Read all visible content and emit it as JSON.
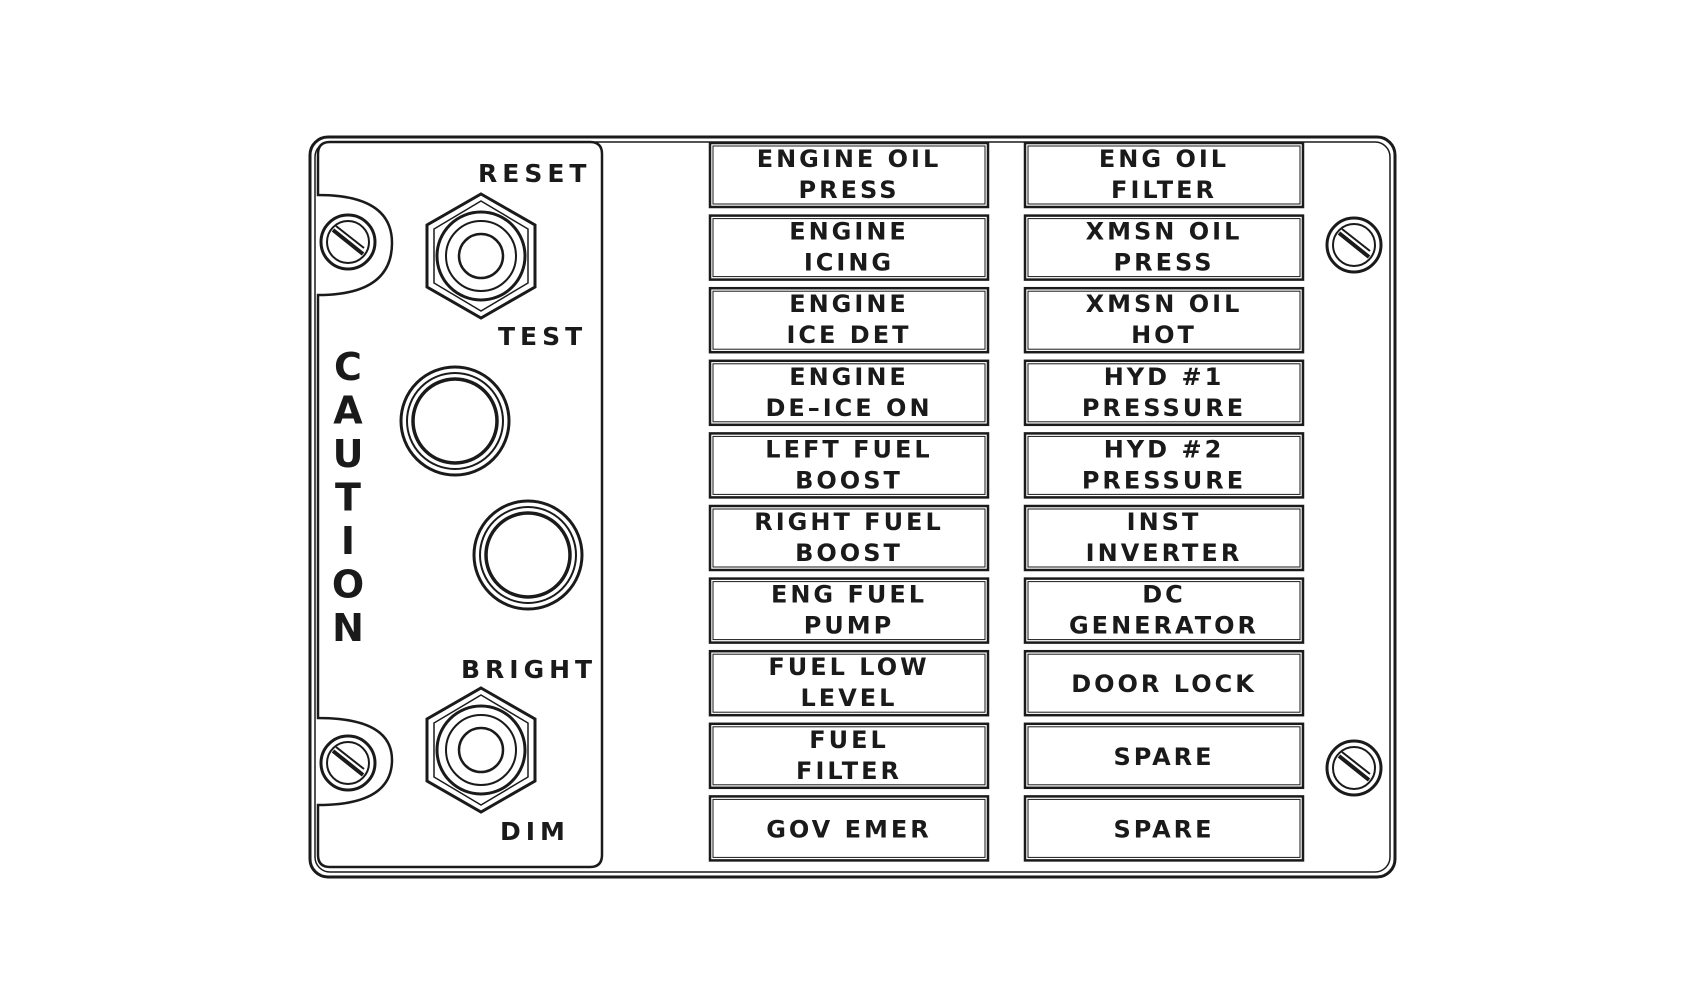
{
  "panel": {
    "caution_letters": [
      "C",
      "A",
      "U",
      "T",
      "I",
      "O",
      "N"
    ],
    "reset_label": "RESET",
    "test_label": "TEST",
    "bright_label": "BRIGHT",
    "dim_label": "DIM"
  },
  "left_column": [
    {
      "lines": [
        "ENGINE OIL",
        "PRESS"
      ]
    },
    {
      "lines": [
        "ENGINE",
        "ICING"
      ]
    },
    {
      "lines": [
        "ENGINE",
        "ICE DET"
      ]
    },
    {
      "lines": [
        "ENGINE",
        "DE–ICE ON"
      ]
    },
    {
      "lines": [
        "LEFT FUEL",
        "BOOST"
      ]
    },
    {
      "lines": [
        "RIGHT FUEL",
        "BOOST"
      ]
    },
    {
      "lines": [
        "ENG FUEL",
        "PUMP"
      ]
    },
    {
      "lines": [
        "FUEL LOW",
        "LEVEL"
      ]
    },
    {
      "lines": [
        "FUEL",
        "FILTER"
      ]
    },
    {
      "lines": [
        "GOV EMER"
      ]
    }
  ],
  "right_column": [
    {
      "lines": [
        "ENG OIL",
        "FILTER"
      ]
    },
    {
      "lines": [
        "XMSN OIL",
        "PRESS"
      ]
    },
    {
      "lines": [
        "XMSN OIL",
        "HOT"
      ]
    },
    {
      "lines": [
        "HYD #1",
        "PRESSURE"
      ]
    },
    {
      "lines": [
        "HYD #2",
        "PRESSURE"
      ]
    },
    {
      "lines": [
        "INST",
        "INVERTER"
      ]
    },
    {
      "lines": [
        "DC",
        "GENERATOR"
      ]
    },
    {
      "lines": [
        "DOOR LOCK"
      ]
    },
    {
      "lines": [
        "SPARE"
      ]
    },
    {
      "lines": [
        "SPARE"
      ]
    }
  ]
}
